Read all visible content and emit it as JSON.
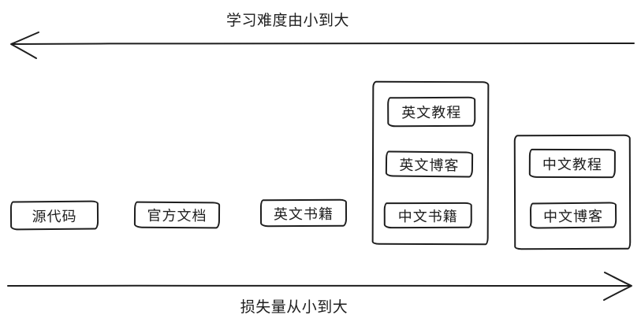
{
  "diagram": {
    "background_color": "#ffffff",
    "stroke_color": "#1e1e1e",
    "top_axis": {
      "label": "学习难度由小到大",
      "arrow_direction": "left"
    },
    "bottom_axis": {
      "label": "损失量从小到大",
      "arrow_direction": "right"
    },
    "nodes": [
      {
        "label": "源代码"
      },
      {
        "label": "官方文档"
      },
      {
        "label": "英文书籍"
      }
    ],
    "groups": [
      {
        "items": [
          {
            "label": "英文教程"
          },
          {
            "label": "英文博客"
          },
          {
            "label": "中文书籍"
          }
        ]
      },
      {
        "items": [
          {
            "label": "中文教程"
          },
          {
            "label": "中文博客"
          }
        ]
      }
    ]
  }
}
